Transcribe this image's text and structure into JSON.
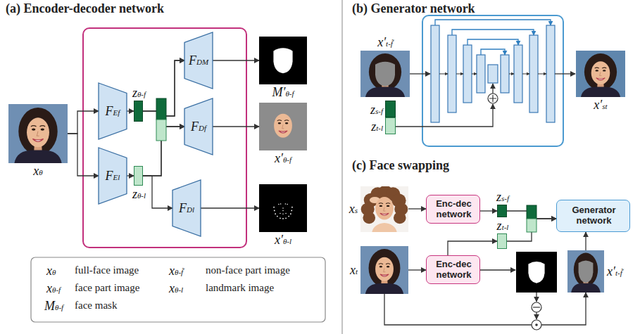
{
  "diagram": {
    "nodes": [
      {
        "text": [
          "xθ"
        ]
      },
      {
        "text": [
          "FEf"
        ]
      },
      {
        "text": [
          "FEl"
        ]
      },
      {
        "text": [
          "zθ-f"
        ]
      },
      {
        "text": [
          "zθ-l"
        ]
      },
      {
        "text": [
          "FDM"
        ]
      },
      {
        "text": [
          "FDf"
        ]
      },
      {
        "text": [
          "FDl"
        ]
      },
      {
        "text": [
          "M′θ-f"
        ]
      },
      {
        "text": [
          "x′θ-f"
        ]
      },
      {
        "text": [
          "x′θ-l"
        ]
      },
      {
        "text": [
          "x′t-f̃"
        ]
      },
      {
        "text": [
          "zs-f"
        ]
      },
      {
        "text": [
          "zt-l"
        ]
      },
      {
        "text": [
          "x′st"
        ]
      },
      {
        "text": [
          "xs"
        ]
      },
      {
        "text": [
          "Enc-dec network"
        ]
      },
      {
        "text": [
          "zs-f"
        ]
      },
      {
        "text": [
          "Generator network"
        ]
      },
      {
        "text": [
          "xt"
        ]
      },
      {
        "text": [
          "Enc-dec network"
        ]
      },
      {
        "text": [
          "zt-l"
        ]
      },
      {
        "text": [
          "x′t-f̃"
        ]
      }
    ],
    "edges": [
      {
        "from": 0,
        "to": 1,
        "arrow": "to"
      },
      {
        "from": 0,
        "to": 2,
        "arrow": "to"
      },
      {
        "from": 1,
        "to": 3,
        "arrow": "to"
      },
      {
        "from": 2,
        "to": 4,
        "arrow": "to"
      },
      {
        "from": 3,
        "to": 5,
        "arrow": "to"
      },
      {
        "from": 3,
        "to": 6,
        "arrow": "to"
      },
      {
        "from": 4,
        "to": 5,
        "arrow": "to"
      },
      {
        "from": 4,
        "to": 6,
        "arrow": "to"
      },
      {
        "from": 4,
        "to": 7,
        "arrow": "to"
      },
      {
        "from": 5,
        "to": 8,
        "arrow": "to"
      },
      {
        "from": 6,
        "to": 9,
        "arrow": "to"
      },
      {
        "from": 7,
        "to": 10,
        "arrow": "to"
      },
      {
        "from": 15,
        "to": 16,
        "arrow": "to"
      },
      {
        "from": 16,
        "to": 17,
        "arrow": "to"
      },
      {
        "from": 17,
        "to": 18,
        "arrow": "to"
      },
      {
        "from": 19,
        "to": 20,
        "arrow": "to"
      },
      {
        "from": 20,
        "to": 21,
        "arrow": "to"
      },
      {
        "from": 21,
        "to": 18,
        "arrow": "to"
      },
      {
        "from": 19,
        "to": 22,
        "arrow": "to"
      },
      {
        "from": 22,
        "to": 18,
        "arrow": "to"
      }
    ],
    "labels": [
      "(a) Encoder-decoder network",
      "(b) Generator network",
      "(c) Face swapping",
      "xθ",
      "full-face image",
      "xθ-f̃",
      "non-face part image",
      "xθ-f",
      "face part image",
      "xθ-l",
      "landmark image",
      "Mθ-f",
      "face mask"
    ]
  }
}
